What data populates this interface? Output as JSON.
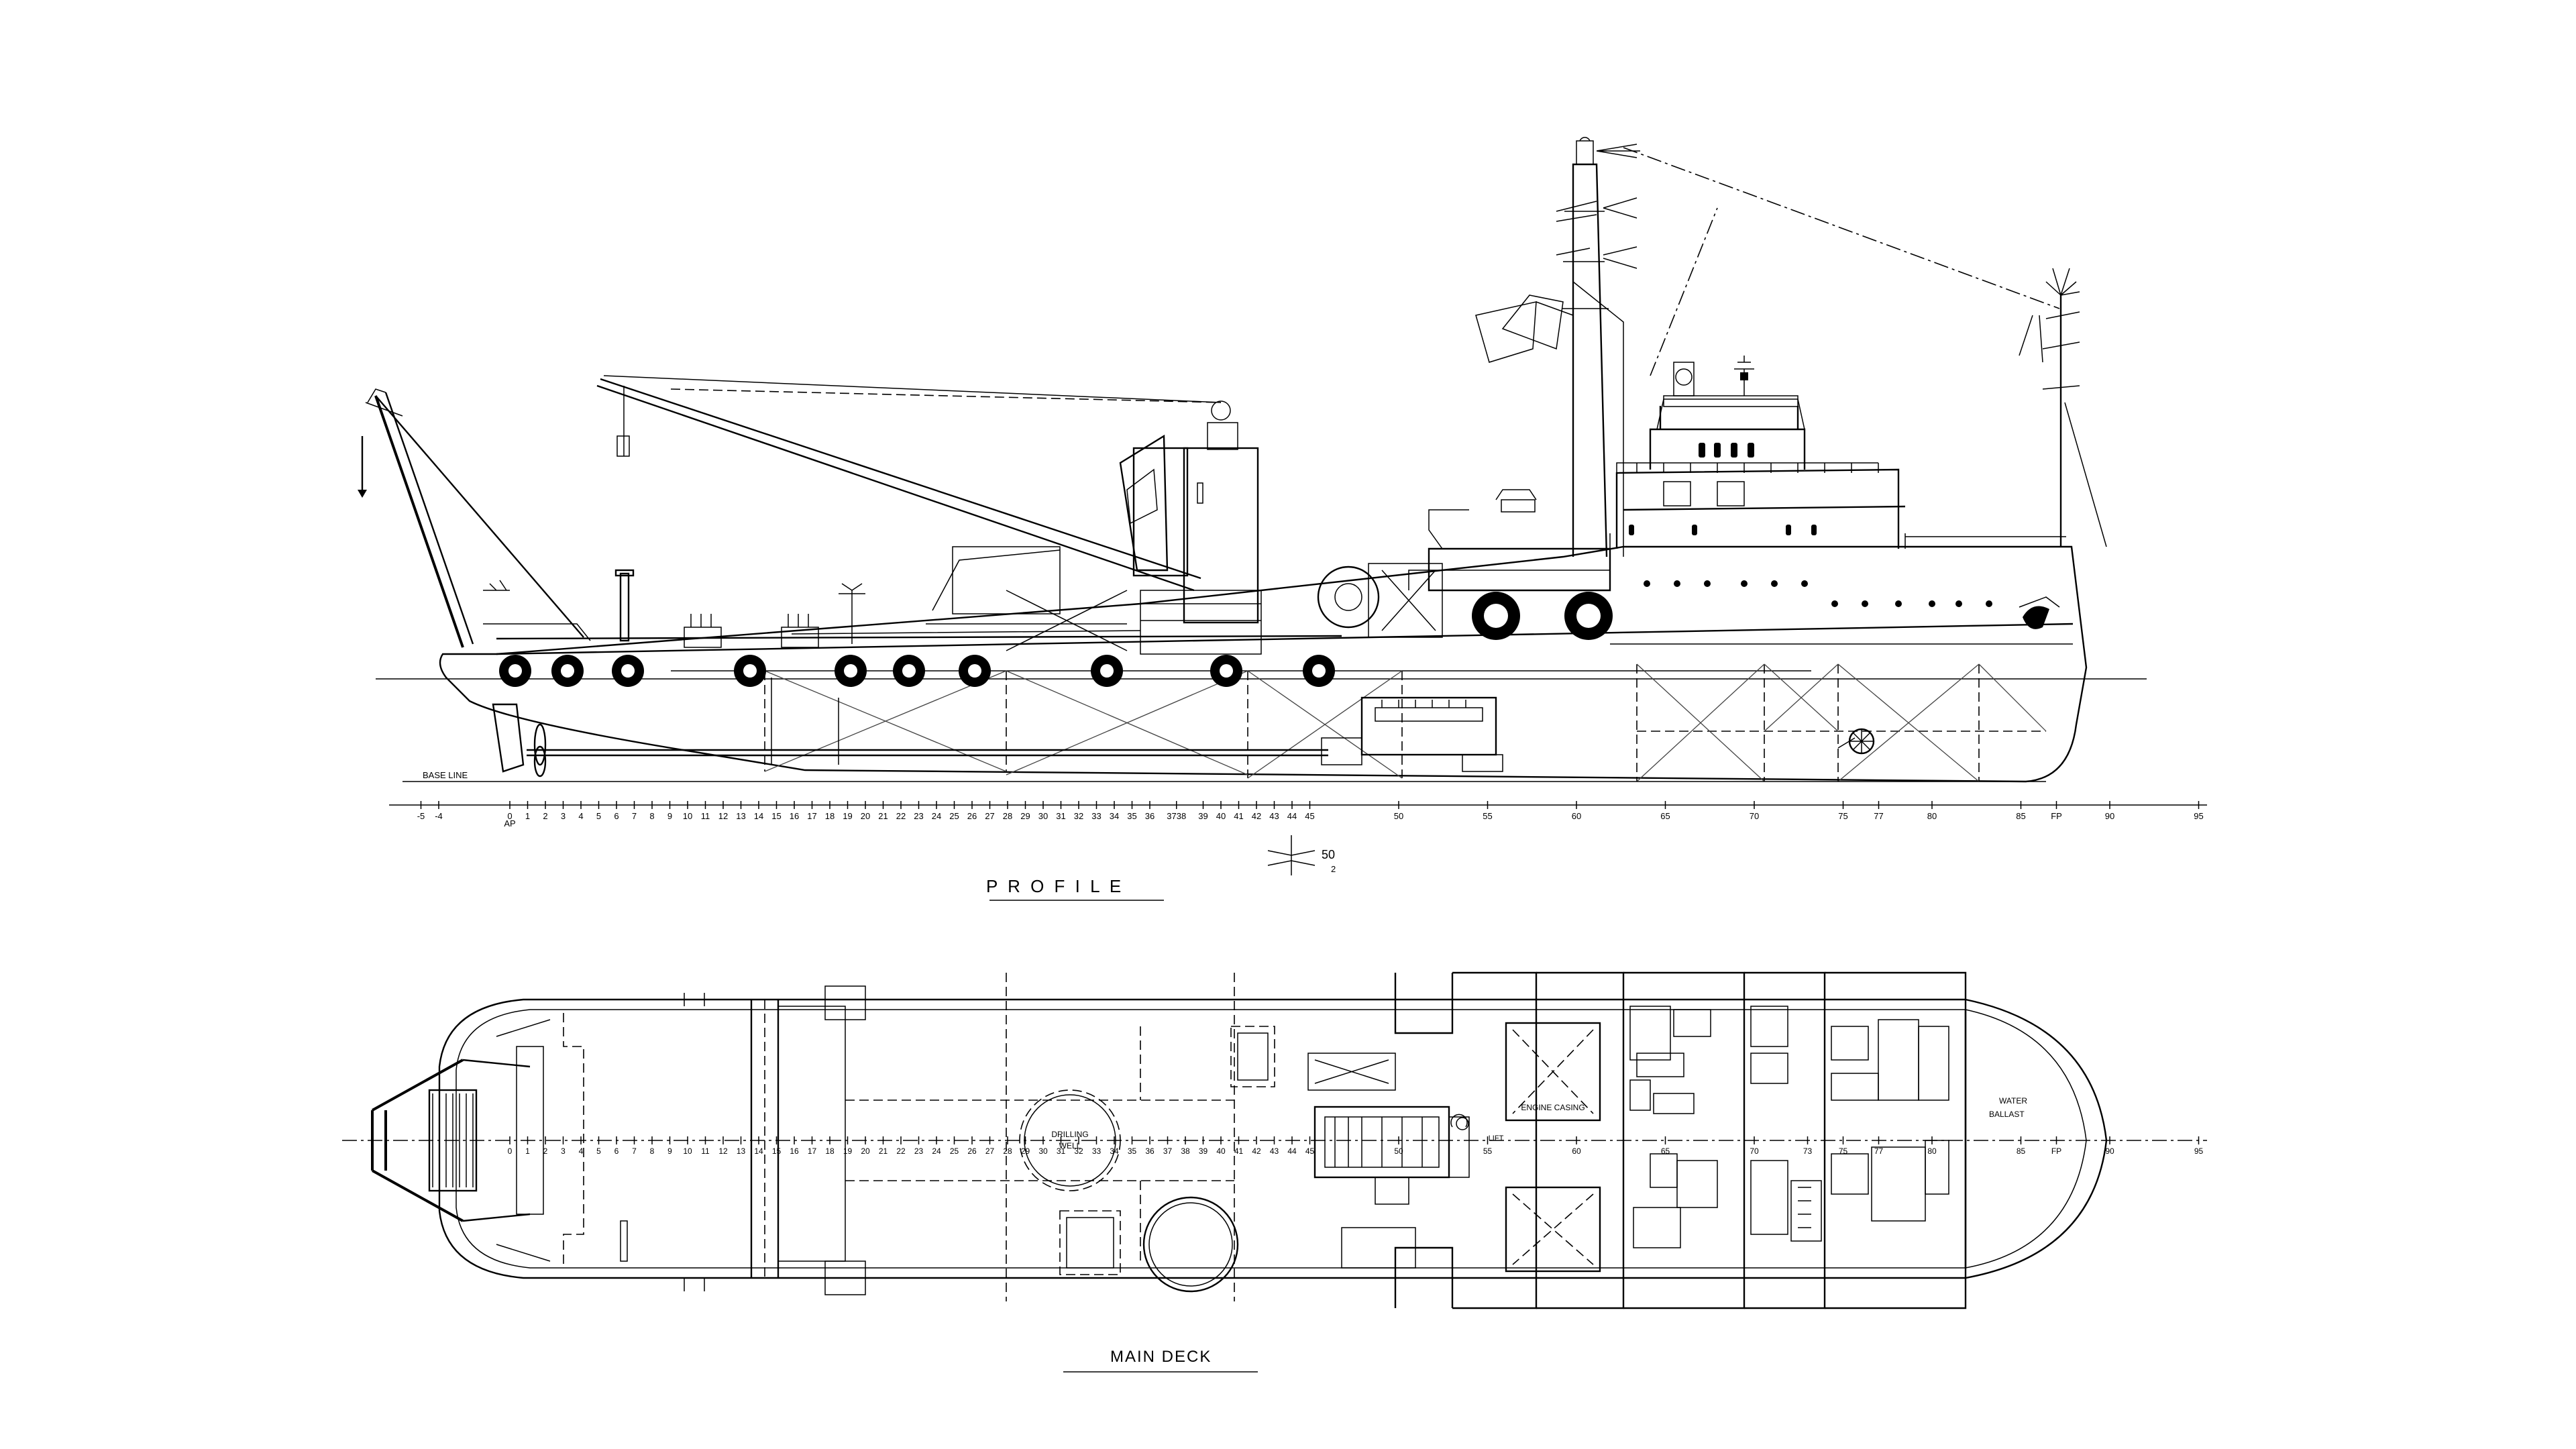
{
  "drawing": {
    "profile_title": "P R O F I L E",
    "main_deck_title": "MAIN DECK",
    "base_line_label": "BASE LINE",
    "section_mark": {
      "number": "50",
      "sheet": "2"
    }
  },
  "frame_scale": {
    "profile_ticks": [
      "-5",
      "-4",
      "0",
      "1",
      "2",
      "3",
      "4",
      "5",
      "6",
      "7",
      "8",
      "9",
      "10",
      "11",
      "12",
      "13",
      "14",
      "15",
      "16",
      "17",
      "18",
      "19",
      "20",
      "21",
      "22",
      "23",
      "24",
      "25",
      "26",
      "27",
      "28",
      "29",
      "30",
      "31",
      "32",
      "33",
      "34",
      "35",
      "36",
      "3738",
      "39",
      "40",
      "41",
      "42",
      "43",
      "44",
      "45",
      "50",
      "55",
      "60",
      "65",
      "70",
      "75",
      "77",
      "80",
      "85",
      "FP",
      "90",
      "95"
    ],
    "ap_label": "AP",
    "deck_ticks": [
      "0",
      "1",
      "2",
      "3",
      "4",
      "5",
      "6",
      "7",
      "8",
      "9",
      "10",
      "11",
      "12",
      "13",
      "14",
      "15",
      "16",
      "17",
      "18",
      "19",
      "20",
      "21",
      "22",
      "23",
      "24",
      "25",
      "26",
      "27",
      "28",
      "29",
      "30",
      "31",
      "32",
      "33",
      "34",
      "35",
      "36",
      "37",
      "38",
      "39",
      "40",
      "41",
      "42",
      "43",
      "44",
      "45",
      "50",
      "55",
      "60",
      "65",
      "70",
      "73",
      "75",
      "77",
      "80",
      "85",
      "FP",
      "90",
      "95"
    ]
  },
  "labels": {
    "drilling_well": [
      "DRILLING",
      "WELL"
    ],
    "engine_casing": "ENGINE CASING",
    "water_ballast": [
      "WATER",
      "BALLAST"
    ],
    "lift": "LIFT"
  }
}
